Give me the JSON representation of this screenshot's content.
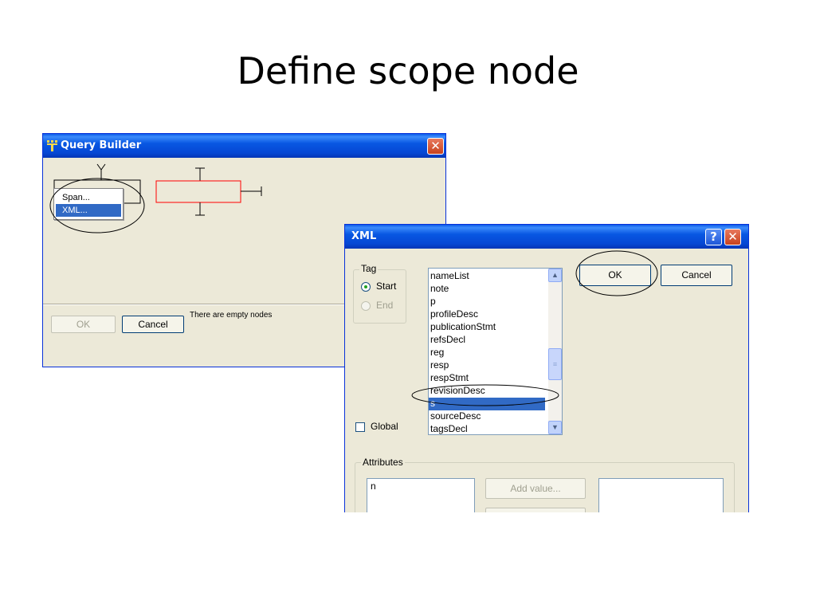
{
  "slide": {
    "title": "Define scope node"
  },
  "query_builder": {
    "title": "Query Builder",
    "context_menu": [
      {
        "label": "Span..."
      },
      {
        "label": "XML..."
      }
    ],
    "ok_label": "OK",
    "cancel_label": "Cancel",
    "status": "There are empty nodes"
  },
  "xml_dialog": {
    "title": "XML",
    "help_label": "?",
    "tag_group_label": "Tag",
    "start_label": "Start",
    "end_label": "End",
    "global_label": "Global",
    "tag_list": [
      "nameList",
      "note",
      "p",
      "profileDesc",
      "publicationStmt",
      "refsDecl",
      "reg",
      "resp",
      "respStmt",
      "revisionDesc",
      "s",
      "sourceDesc",
      "tagsDecl"
    ],
    "selected_tag": "s",
    "ok_label": "OK",
    "cancel_label": "Cancel",
    "attributes_label": "Attributes",
    "attribute_items": [
      "n"
    ],
    "add_value_label": "Add value..."
  },
  "colors": {
    "titlebar": "#0a5ae8",
    "window_bg": "#ece9d8",
    "selection": "#316ac5",
    "node_box": "#ff0000"
  }
}
